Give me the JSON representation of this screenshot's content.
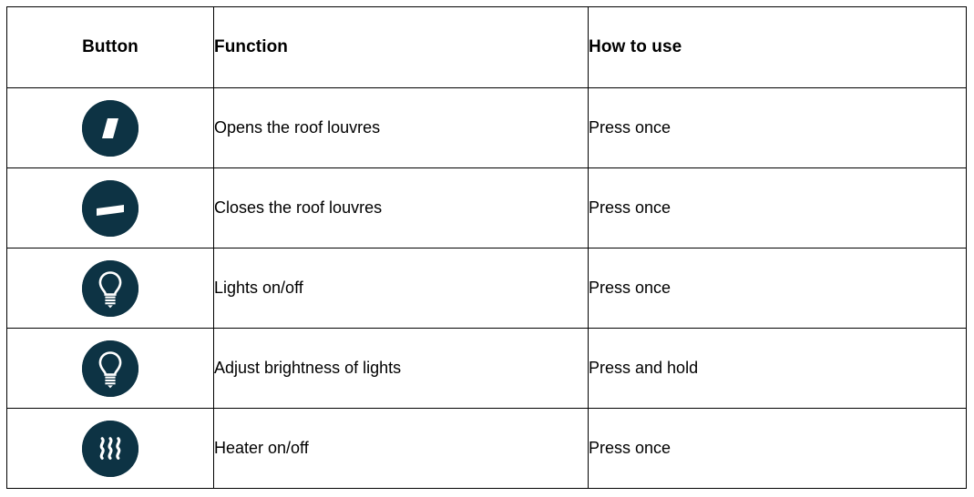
{
  "table": {
    "columns": [
      {
        "key": "button",
        "label": "Button"
      },
      {
        "key": "function",
        "label": "Function"
      },
      {
        "key": "howto",
        "label": "How to use"
      }
    ],
    "rows": [
      {
        "icon": "roof-louvres-open-icon",
        "function": "Opens the roof louvres",
        "howto": "Press once"
      },
      {
        "icon": "roof-louvres-close-icon",
        "function": "Closes the roof louvres",
        "howto": "Press once"
      },
      {
        "icon": "light-bulb-icon",
        "function": "Lights on/off",
        "howto": "Press once"
      },
      {
        "icon": "light-bulb-icon",
        "function": "Adjust brightness of lights",
        "howto": "Press and hold"
      },
      {
        "icon": "heater-waves-icon",
        "function": "Heater on/off",
        "howto": "Press once"
      }
    ]
  },
  "colors": {
    "icon_background": "#0d3344",
    "icon_glyph": "#ffffff",
    "border": "#000000",
    "page_background": "#ffffff",
    "text": "#000000"
  }
}
